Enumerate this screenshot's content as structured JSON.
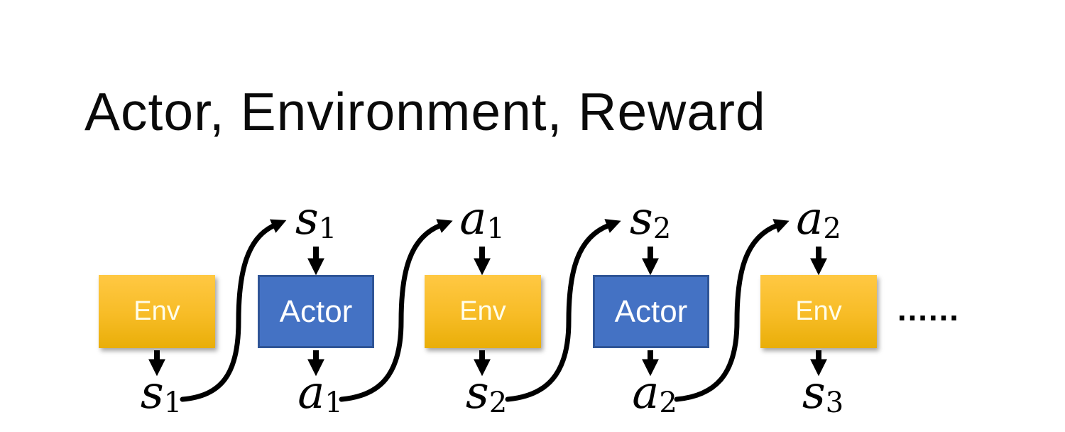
{
  "slide": {
    "title": "Actor, Environment, Reward"
  },
  "diagram": {
    "boxes": [
      {
        "label": "Env",
        "kind": "env"
      },
      {
        "label": "Actor",
        "kind": "actor"
      },
      {
        "label": "Env",
        "kind": "env"
      },
      {
        "label": "Actor",
        "kind": "actor"
      },
      {
        "label": "Env",
        "kind": "env"
      }
    ],
    "top_labels": [
      {
        "letter": "s",
        "sub": "1"
      },
      {
        "letter": "a",
        "sub": "1"
      },
      {
        "letter": "s",
        "sub": "2"
      },
      {
        "letter": "a",
        "sub": "2"
      }
    ],
    "bottom_labels": [
      {
        "letter": "s",
        "sub": "1"
      },
      {
        "letter": "a",
        "sub": "1"
      },
      {
        "letter": "s",
        "sub": "2"
      },
      {
        "letter": "a",
        "sub": "2"
      },
      {
        "letter": "s",
        "sub": "3"
      }
    ],
    "ellipsis": "……"
  },
  "colors": {
    "background": "#FFFFFF",
    "title_text": "#0A0A0A",
    "env_fill_top": "#FFC843",
    "env_fill_bottom": "#E9AE08",
    "env_text": "#FFFDEA",
    "actor_fill": "#4472C4",
    "actor_border": "#2F5597",
    "actor_text": "#FFFFFF",
    "arrow": "#000000",
    "label_text": "#000000"
  }
}
